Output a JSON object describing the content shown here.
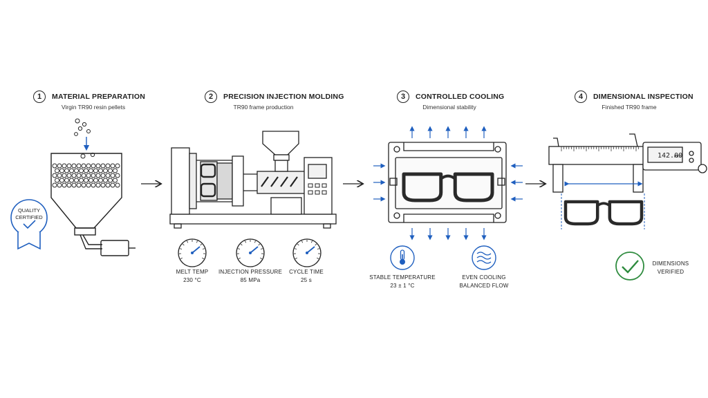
{
  "steps": [
    {
      "num": "1",
      "title": "MATERIAL PREPARATION",
      "subtitle": "Virgin TR90 resin pellets"
    },
    {
      "num": "2",
      "title": "PRECISION INJECTION MOLDING",
      "subtitle": "TR90 frame production"
    },
    {
      "num": "3",
      "title": "CONTROLLED COOLING",
      "subtitle": "Dimensional stability"
    },
    {
      "num": "4",
      "title": "DIMENSIONAL INSPECTION",
      "subtitle": "Finished TR90 frame"
    }
  ],
  "badge": {
    "line1": "QUALITY",
    "line2": "CERTIFIED"
  },
  "gauges": [
    {
      "label": "MELT TEMP",
      "value": "230 °C"
    },
    {
      "label": "INJECTION PRESSURE",
      "value": "85 MPa"
    },
    {
      "label": "CYCLE TIME",
      "value": "25 s"
    }
  ],
  "cooling": {
    "temp_label": "STABLE TEMPERATURE",
    "temp_value": "23 ± 1 °C",
    "flow_label": "EVEN COOLING",
    "flow_value": "BALANCED FLOW"
  },
  "caliper": {
    "reading": "142.00",
    "unit": "mm"
  },
  "verified": {
    "line1": "DIMENSIONS",
    "line2": "VERIFIED"
  },
  "colors": {
    "accent": "#1f5fbf",
    "check": "#2e8b3e",
    "ink": "#222222",
    "frame": "#2a2a2a"
  }
}
